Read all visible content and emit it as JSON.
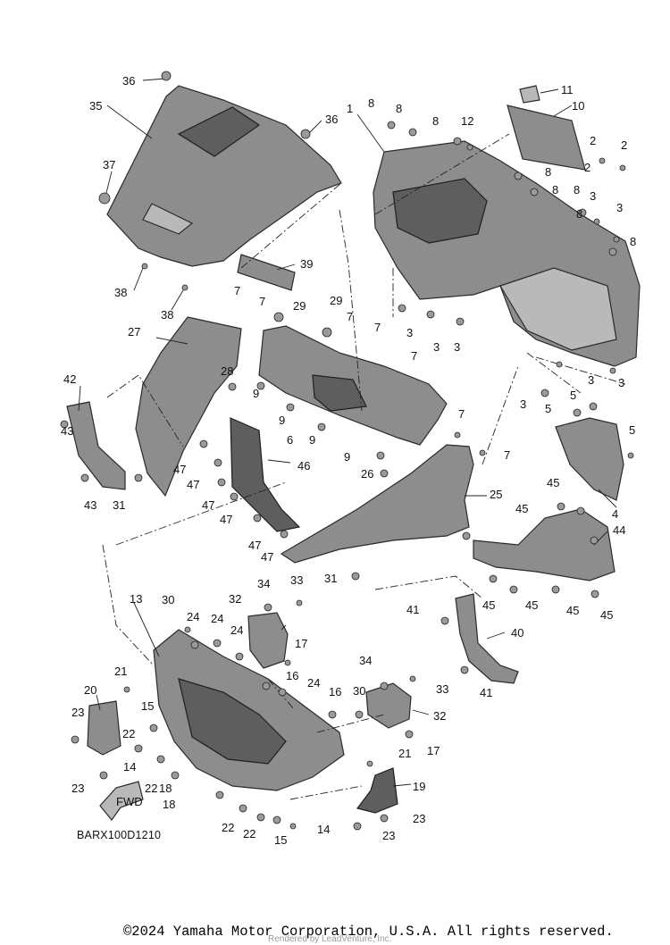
{
  "diagram": {
    "code": "BARX100D1210",
    "fwd_label": "FWD",
    "copyright": "©2024 Yamaha Motor Corporation, U.S.A. All rights reserved.",
    "watermark": "Rendered by LeadVenture, Inc.",
    "callouts": [
      "1",
      "2",
      "2",
      "2",
      "3",
      "3",
      "3",
      "3",
      "3",
      "3",
      "3",
      "3",
      "4",
      "5",
      "5",
      "5",
      "6",
      "7",
      "7",
      "7",
      "7",
      "7",
      "7",
      "7",
      "8",
      "8",
      "8",
      "8",
      "8",
      "8",
      "8",
      "8",
      "9",
      "9",
      "9",
      "9",
      "10",
      "11",
      "12",
      "13",
      "14",
      "14",
      "15",
      "15",
      "16",
      "16",
      "17",
      "17",
      "18",
      "18",
      "19",
      "20",
      "21",
      "21",
      "22",
      "22",
      "22",
      "22",
      "23",
      "23",
      "23",
      "23",
      "24",
      "24",
      "24",
      "24",
      "25",
      "26",
      "27",
      "28",
      "29",
      "29",
      "30",
      "30",
      "31",
      "31",
      "32",
      "32",
      "33",
      "33",
      "34",
      "34",
      "35",
      "36",
      "36",
      "37",
      "38",
      "38",
      "39",
      "40",
      "41",
      "41",
      "42",
      "43",
      "43",
      "44",
      "45",
      "45",
      "45",
      "45",
      "45",
      "45",
      "46",
      "47",
      "47",
      "47",
      "47",
      "47",
      "47"
    ]
  }
}
